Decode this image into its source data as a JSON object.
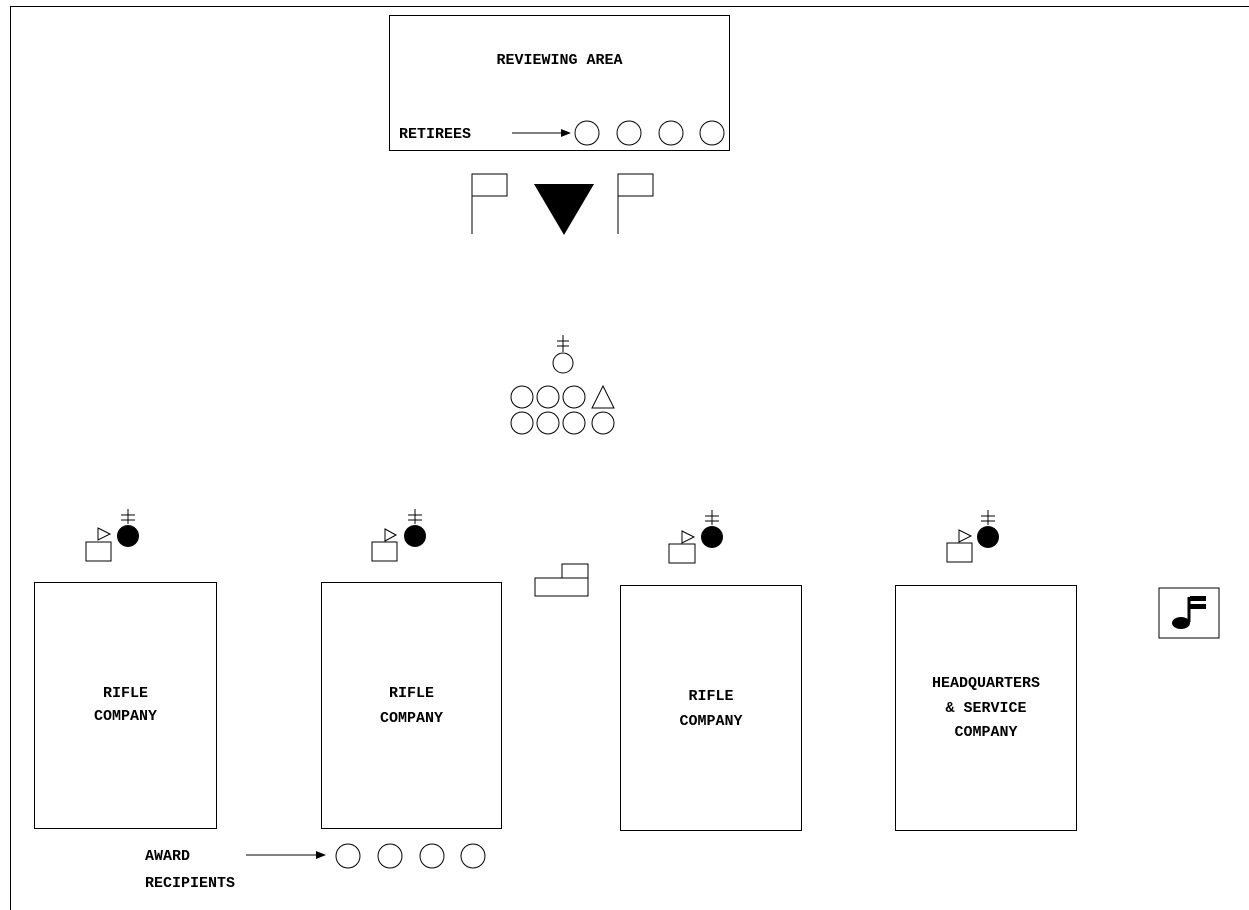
{
  "reviewing_area": {
    "title": "REVIEWING AREA",
    "retirees_label": "RETIREES",
    "retiree_count": 4
  },
  "companies": [
    {
      "line1": "RIFLE",
      "line2": "COMPANY"
    },
    {
      "line1": "RIFLE",
      "line2": "COMPANY"
    },
    {
      "line1": "RIFLE",
      "line2": "COMPANY"
    },
    {
      "line1": "HEADQUARTERS",
      "line2": "& SERVICE",
      "line3": "COMPANY"
    }
  ],
  "award": {
    "line1": "AWARD",
    "line2": "RECIPIENTS",
    "recipient_count": 4
  },
  "icons": [
    "flag-icon",
    "reviewing-officer-triangle-icon",
    "commander-icon",
    "guidon-icon",
    "adjutant-icon",
    "band-icon"
  ]
}
